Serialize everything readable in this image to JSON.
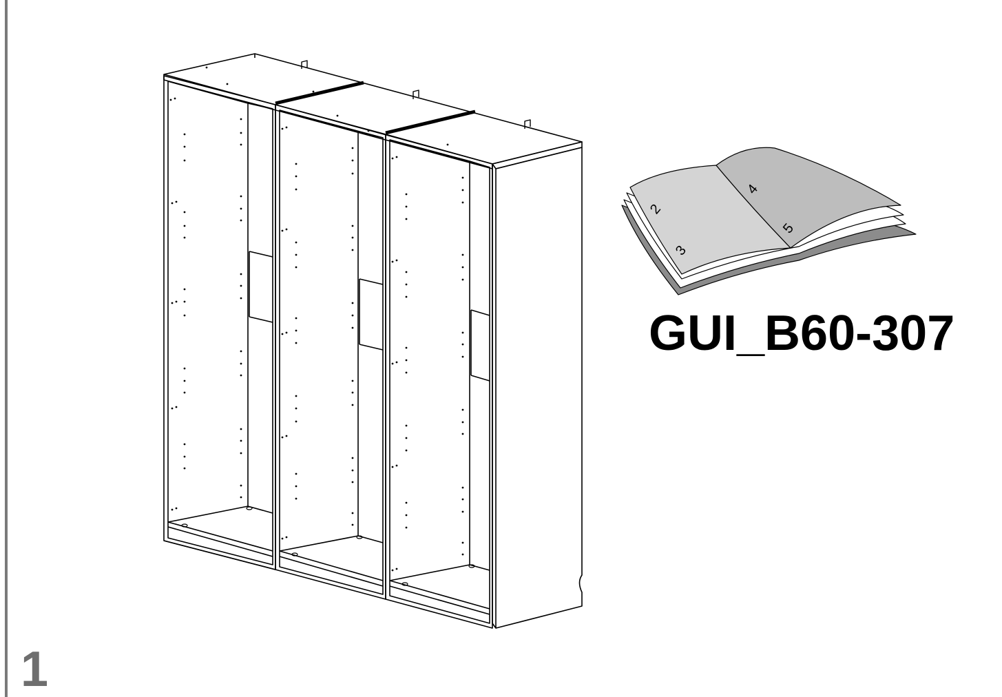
{
  "step": {
    "number": "1"
  },
  "manual_reference": {
    "code": "GUI_B60-307",
    "page_numbers": [
      "2",
      "3",
      "4",
      "5"
    ]
  },
  "illustration": {
    "subject": "three-section-wardrobe-frame",
    "sections": 3,
    "icon": "open-manual-icon"
  },
  "colors": {
    "line": "#000000",
    "rule": "#7a7a7a",
    "step_number": "#6e6e6e",
    "book_page": "#d4d4d4",
    "book_shadow": "#8c8c8c"
  }
}
